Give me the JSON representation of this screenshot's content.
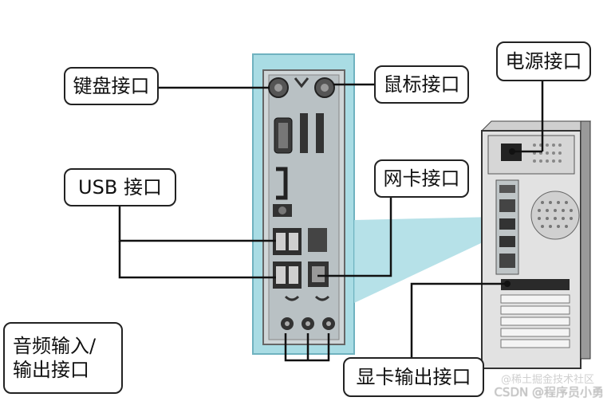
{
  "labels": {
    "keyboard_port": "键盘接口",
    "mouse_port": "鼠标接口",
    "power_port": "电源接口",
    "usb_port": "USB 接口",
    "network_port": "网卡接口",
    "audio_io_line1": "音频输入/",
    "audio_io_line2": "输出接口",
    "graphics_port": "显卡输出接口"
  },
  "watermark": {
    "line1": "@稀土掘金技术社区",
    "line2": "CSDN @程序员小勇"
  },
  "colors": {
    "panel_highlight": "#a9dce4",
    "panel_border": "#6fb2bf",
    "line": "#111111"
  }
}
